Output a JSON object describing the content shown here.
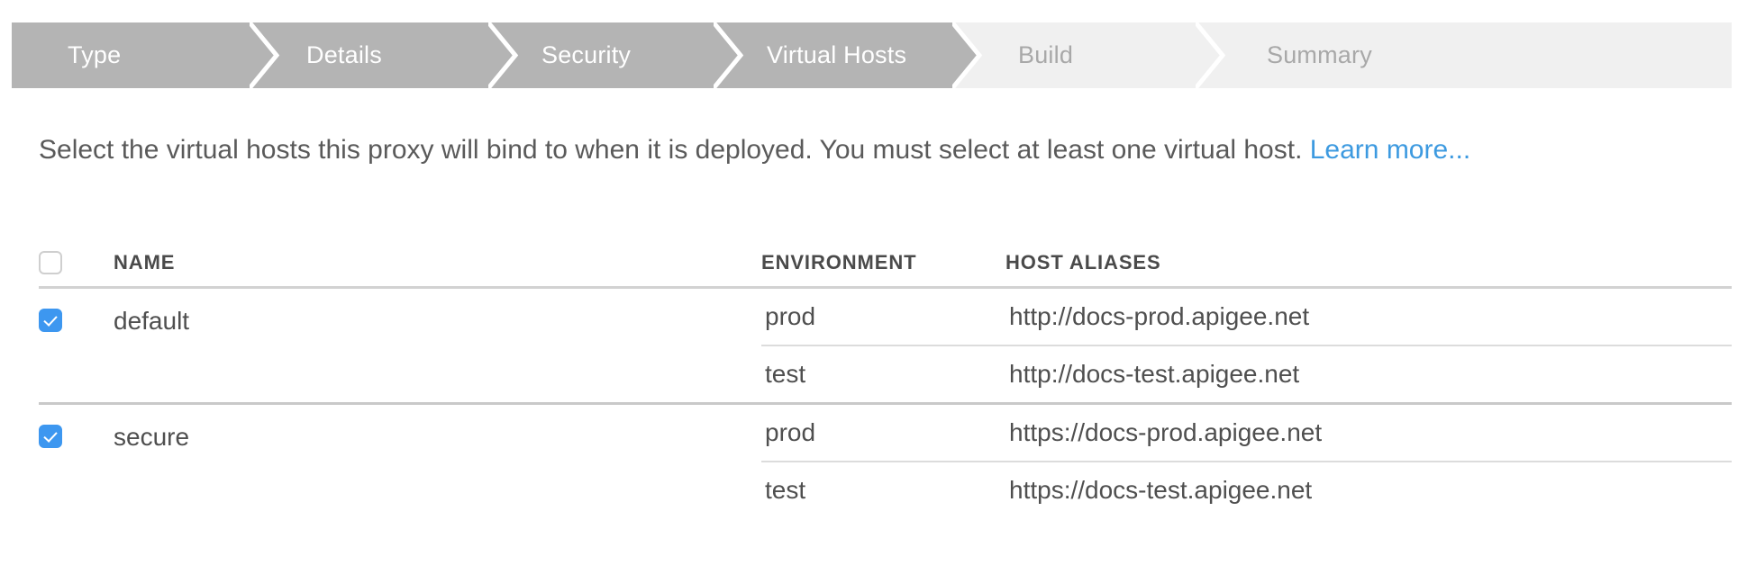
{
  "wizard": {
    "steps": [
      {
        "label": "Type",
        "state": "active"
      },
      {
        "label": "Details",
        "state": "active"
      },
      {
        "label": "Security",
        "state": "active"
      },
      {
        "label": "Virtual Hosts",
        "state": "active"
      },
      {
        "label": "Build",
        "state": "inactive"
      },
      {
        "label": "Summary",
        "state": "inactive"
      }
    ],
    "active_color": "#b4b4b4",
    "inactive_color": "#f0f0f0",
    "active_text_color": "#ffffff",
    "inactive_text_color": "#a8a8a8"
  },
  "description": {
    "text": "Select the virtual hosts this proxy will bind to when it is deployed. You must select at least one virtual host. ",
    "link_label": "Learn more...",
    "link_color": "#3d9ae0"
  },
  "table": {
    "headers": {
      "name": "NAME",
      "environment": "ENVIRONMENT",
      "host_aliases": "HOST ALIASES"
    },
    "select_all_checked": false,
    "accent_color": "#3d97f0",
    "rows": [
      {
        "name": "default",
        "checked": true,
        "entries": [
          {
            "environment": "prod",
            "host_alias": "http://docs-prod.apigee.net"
          },
          {
            "environment": "test",
            "host_alias": "http://docs-test.apigee.net"
          }
        ]
      },
      {
        "name": "secure",
        "checked": true,
        "entries": [
          {
            "environment": "prod",
            "host_alias": "https://docs-prod.apigee.net"
          },
          {
            "environment": "test",
            "host_alias": "https://docs-test.apigee.net"
          }
        ]
      }
    ]
  }
}
